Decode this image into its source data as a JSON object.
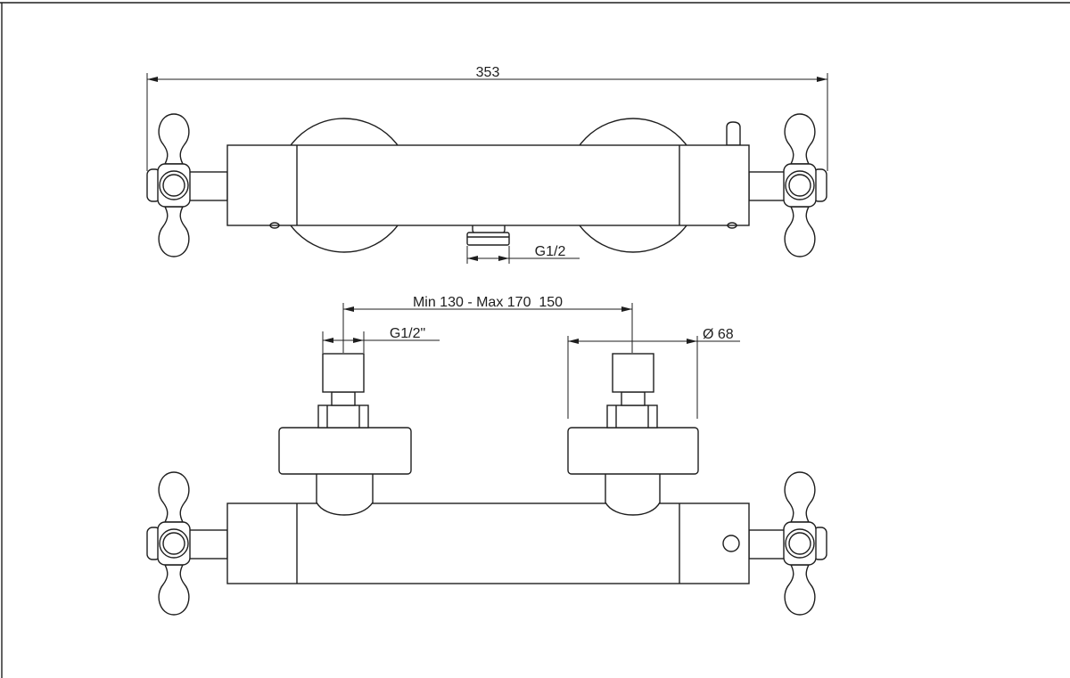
{
  "dimensions": {
    "overall_width": "353",
    "outlet_thread": "G1/2",
    "inlet_spacing": "Min 130 - Max 170  150",
    "inlet_thread": "G1/2\"",
    "flange_diameter": "Ø 68"
  }
}
